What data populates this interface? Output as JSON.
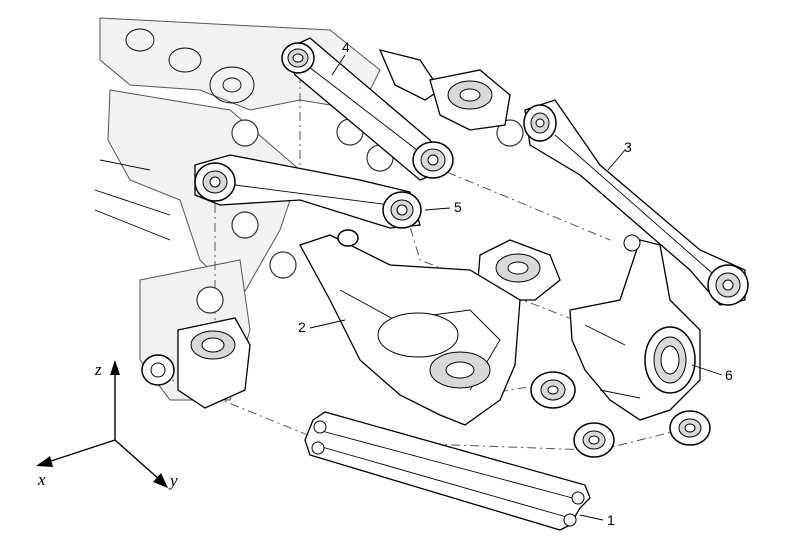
{
  "labels": {
    "part1": "1",
    "part2": "2",
    "part3": "3",
    "part4": "4",
    "part5": "5",
    "part6": "6"
  },
  "axes": {
    "z": "z",
    "x": "x",
    "y": "y"
  }
}
